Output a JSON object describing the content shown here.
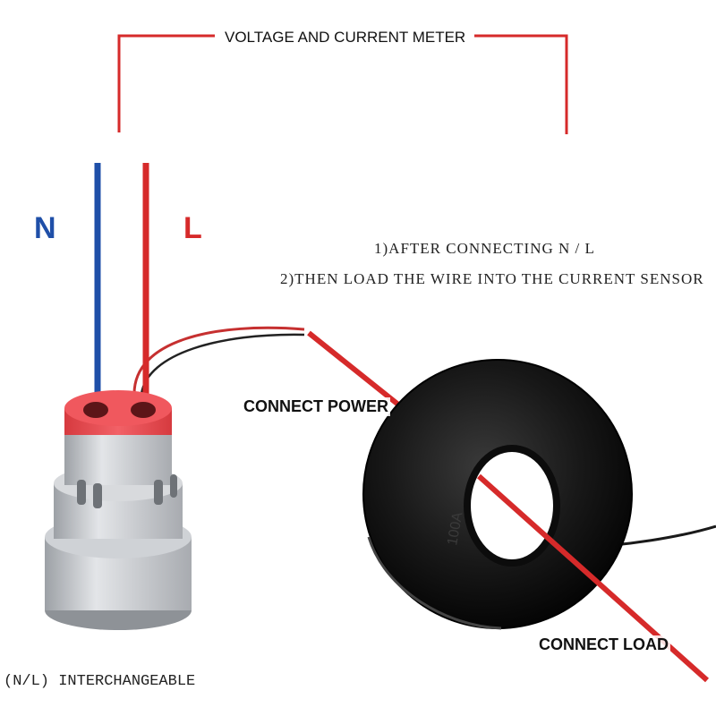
{
  "title": "VOLTAGE AND CURRENT METER",
  "wire_labels": {
    "neutral": "N",
    "live": "L"
  },
  "steps": [
    "1)AFTER CONNECTING N / L",
    "2)THEN LOAD THE WIRE INTO THE CURRENT SENSOR"
  ],
  "callouts": {
    "power": "CONNECT POWER",
    "load": "CONNECT LOAD"
  },
  "note": "(N/L) INTERCHANGEABLE",
  "sensor_marking": "100A",
  "colors": {
    "neutral_wire": "#1f4fa8",
    "live_wire": "#d62a2a",
    "bracket": "#d62a2a",
    "meter_cap": "#e5484d",
    "meter_body": "#c9ccd1",
    "sensor_ring": "#1b1b1b"
  }
}
